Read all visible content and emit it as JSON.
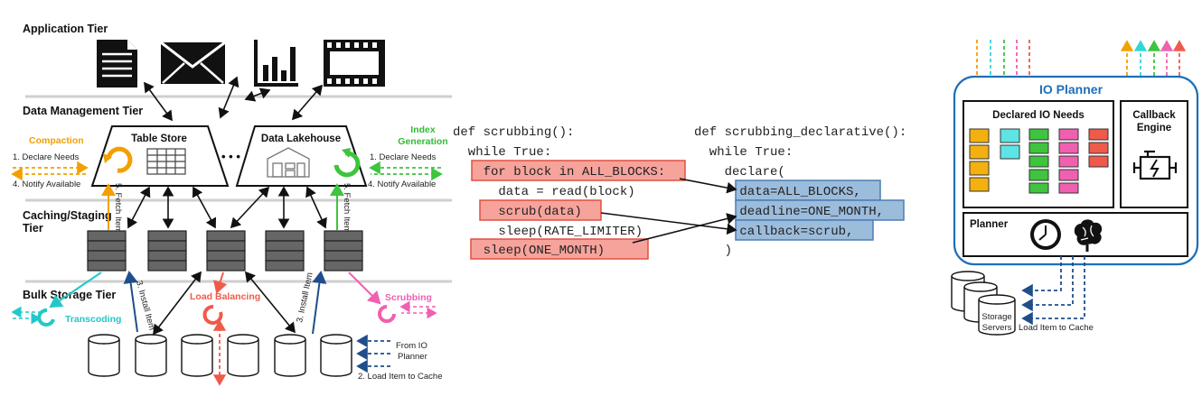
{
  "left_diagram": {
    "tiers": {
      "application": "Application Tier",
      "data_management": "Data Management Tier",
      "caching_line1": "Caching/Staging",
      "caching_line2": "Tier",
      "bulk_storage": "Bulk Storage Tier"
    },
    "table_store": "Table Store",
    "data_lakehouse": "Data Lakehouse",
    "ellipsis": "• • •",
    "compaction": "Compaction",
    "index_generation_line1": "Index",
    "index_generation_line2": "Generation",
    "declare_needs_left": "1. Declare Needs",
    "notify_left": "4. Notify Available",
    "declare_needs_right": "1. Declare Needs",
    "notify_right": "4. Notify Available",
    "fetch_item_left": "5. Fetch Item",
    "fetch_item_right": "5. Fetch Item",
    "install_item_left": "3. Install Item",
    "install_item_right": "3. Install Item",
    "load_balancing": "Load Balancing",
    "scrubbing": "Scrubbing",
    "transcoding": "Transcoding",
    "from_io_planner_1": "From IO",
    "from_io_planner_2": "Planner",
    "load_item_to_cache": "2. Load Item to Cache"
  },
  "code_left": {
    "lines": [
      "def scrubbing():",
      "  while True:",
      "    for block in ALL_BLOCKS:",
      "      data = read(block)",
      "      scrub(data)",
      "      sleep(RATE_LIMITER)",
      "    sleep(ONE_MONTH)"
    ]
  },
  "code_right": {
    "lines": [
      "def scrubbing_declarative():",
      "  while True:",
      "    declare(",
      "      data=ALL_BLOCKS,",
      "      deadline=ONE_MONTH,",
      "      callback=scrub,",
      "    )"
    ]
  },
  "io_planner": {
    "title": "IO Planner",
    "declared_io_needs": "Declared IO Needs",
    "callback_line1": "Callback",
    "callback_line2": "Engine",
    "planner": "Planner",
    "storage_line1": "Storage",
    "storage_line2": "Servers",
    "load_item_to_cache": "Load Item to Cache"
  },
  "colors": {
    "highlight_red_fill": "#f6a39b",
    "highlight_red_stroke": "#e05040",
    "highlight_blue_fill": "#9cbcdc",
    "highlight_blue_stroke": "#4a7fb5",
    "planner_border": "#1d6fb8",
    "orange": "#f2a000",
    "cyan": "#33d6d6",
    "green": "#3ec43e",
    "pink": "#f060b0",
    "red": "#f05a4a",
    "navy": "#1f4e8a"
  }
}
